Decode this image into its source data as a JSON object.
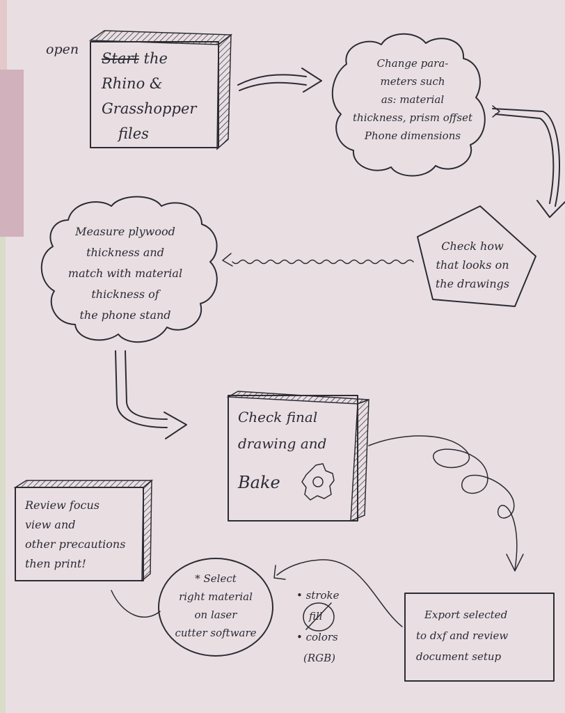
{
  "note_open": "open",
  "step_start": {
    "strike_word": "Start",
    "lines": [
      "the",
      "Rhino &",
      "Grasshopper",
      "files"
    ]
  },
  "step_params": {
    "lines": [
      "Change para-",
      "meters such",
      "as: material",
      "thickness, prism offset",
      "Phone dimensions"
    ]
  },
  "step_check": {
    "lines": [
      "Check how",
      "that looks on",
      "the drawings"
    ]
  },
  "step_measure": {
    "lines": [
      "Measure plywood",
      "thickness and",
      "match with material",
      "thickness of",
      "the phone stand"
    ]
  },
  "step_bake": {
    "lines": [
      "Check final",
      "drawing and",
      "Bake"
    ]
  },
  "step_export": {
    "lines": [
      "Export selected",
      "to dxf and review",
      "document setup"
    ]
  },
  "step_select": {
    "lines": [
      "* Select",
      "right material",
      "on laser",
      "cutter software"
    ]
  },
  "bullets": {
    "items": [
      "• stroke",
      "fill",
      "• colors",
      "(RGB)"
    ]
  },
  "step_review": {
    "lines": [
      "Review focus",
      "view and",
      "other precautions",
      "then print!"
    ]
  }
}
